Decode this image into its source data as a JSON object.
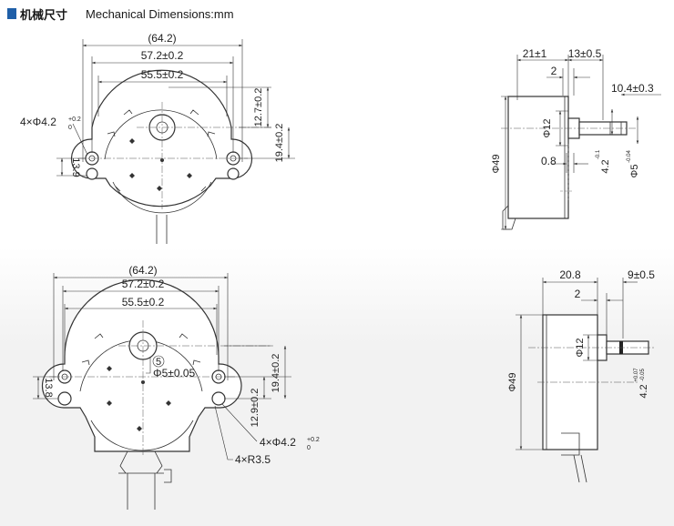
{
  "header": {
    "title_cn": "机械尺寸",
    "title_en": "Mechanical Dimensions:mm",
    "accent": "#1f5fa8"
  },
  "top_front": {
    "overall_width": "(64.2)",
    "hole_spacing": "57.2±0.2",
    "body_width": "55.5±0.2",
    "holes_prefix": "4×Φ4.2",
    "holes_tol_upper": "+0.2",
    "holes_tol_lower": "0",
    "flange_height": "13.9",
    "offset_vertical": "12.7±0.2",
    "hole_vertical": "19.4±0.2"
  },
  "top_side": {
    "overall_depth": "21±1",
    "shaft_length": "13±0.5",
    "step": "2",
    "shaft_flat": "10.4±0.3",
    "boss_dia": "Φ12",
    "body_dia": "Φ49",
    "flat_thickness": "0.8",
    "flat_size": "4.2",
    "flat_size_tol": "-0.1",
    "shaft_dia": "Φ5",
    "shaft_dia_tol": "-0.04"
  },
  "bottom_front": {
    "overall_width": "(64.2)",
    "hole_spacing": "57.2±0.2",
    "body_width": "55.5±0.2",
    "item_number": "5",
    "shaft_dia": "Φ5±0.05",
    "flange_height": "13.8",
    "offset_vertical": "12.9±0.2",
    "hole_vertical": "19.4±0.2",
    "holes_prefix": "4×Φ4.2",
    "holes_tol_upper": "+0.2",
    "holes_tol_lower": "0",
    "radius": "4×R3.5"
  },
  "bottom_side": {
    "overall_depth": "20.8",
    "shaft_length": "9±0.5",
    "step": "2",
    "boss_dia": "Φ12",
    "body_dia": "Φ49",
    "flat_size": "4.2",
    "flat_tol_upper": "+0.07",
    "flat_tol_lower": "-0.05"
  }
}
